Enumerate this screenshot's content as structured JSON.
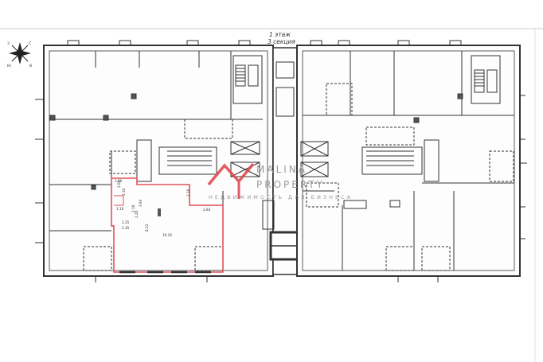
{
  "header": {
    "floor_label": "1 этаж",
    "section_label": "3 секция"
  },
  "compass": {
    "north": "С",
    "south": "Ю",
    "west": "З",
    "east": "В"
  },
  "watermark": {
    "brand_line1": "MALINA",
    "brand_line2": "PROPERTY",
    "tagline": "НЕДВИЖИМОСТЬ ДЛЯ БИЗНЕСА",
    "logo_color": "#e04a52"
  },
  "highlight": {
    "color": "#e0525a",
    "dims": {
      "d1": "1.56",
      "d2": "2.09",
      "d3": "2.34",
      "d4": "3.93",
      "d5": "2.10",
      "d6": "1.16",
      "d7": "2.20",
      "d8": "2.25",
      "d9": "2.35",
      "d10": "8.22",
      "d11": "10.16",
      "d12": "2.83",
      "d13": "2.10"
    }
  }
}
